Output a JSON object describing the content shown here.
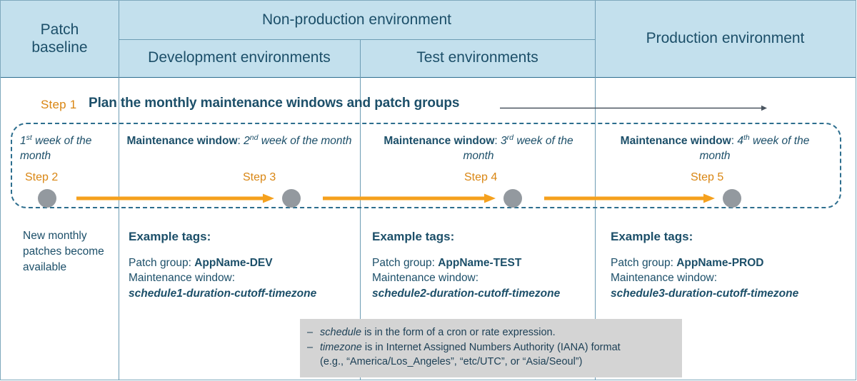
{
  "colors": {
    "header_fill": "#c3e0ed",
    "border_blue": "#6d9cb4",
    "text_blue": "#1c4f69",
    "accent_orange": "#d98613",
    "dot_gray": "#93999f",
    "note_bg": "#d4d4d4"
  },
  "header": {
    "patch_baseline": "Patch\nbaseline",
    "patch_baseline_line1": "Patch",
    "patch_baseline_line2": "baseline",
    "non_production": "Non-production environment",
    "development": "Development environments",
    "test": "Test environments",
    "production": "Production environment"
  },
  "step1": {
    "label": "Step 1",
    "title": "Plan the monthly maintenance windows and patch groups",
    "arrow": "long-right-arrow"
  },
  "windows": [
    {
      "id": "baseline-window",
      "prefix": "",
      "value_pre": "1",
      "ordinal": "st",
      "value_post": " week of the month"
    },
    {
      "id": "dev-window",
      "prefix": "Maintenance  window",
      "value_pre": "2",
      "ordinal": "nd",
      "value_post": " week of the month"
    },
    {
      "id": "test-window",
      "prefix": "Maintenance  window",
      "value_pre": "3",
      "ordinal": "rd",
      "value_post": " week of the month"
    },
    {
      "id": "prod-window",
      "prefix": "Maintenance  window",
      "value_pre": "4",
      "ordinal": "th",
      "value_post": " week of the month"
    }
  ],
  "steps": [
    {
      "label": "Step 2"
    },
    {
      "label": "Step 3"
    },
    {
      "label": "Step 4"
    },
    {
      "label": "Step 5"
    }
  ],
  "baseline": {
    "text": "New monthly patches become available"
  },
  "tags": [
    {
      "id": "dev",
      "heading": "Example tags:",
      "patch_group_label": "Patch group: ",
      "patch_group_value": "AppName-DEV",
      "window_label": "Maintenance window:",
      "window_value": "schedule1-duration-cutoff-timezone"
    },
    {
      "id": "test",
      "heading": "Example tags:",
      "patch_group_label": "Patch group: ",
      "patch_group_value": "AppName-TEST",
      "window_label": "Maintenance window:",
      "window_value": "schedule2-duration-cutoff-timezone"
    },
    {
      "id": "prod",
      "heading": "Example tags:",
      "patch_group_label": "Patch group: ",
      "patch_group_value": "AppName-PROD",
      "window_label": "Maintenance window:",
      "window_value": "schedule3-duration-cutoff-timezone"
    }
  ],
  "note": {
    "dash": "–",
    "line1_em": "schedule",
    "line1_rest": " is in the form of a cron or rate expression.",
    "line2_em": "timezone",
    "line2_rest": " is in Internet Assigned Numbers Authority (IANA) format",
    "line3": "(e.g., “America/Los_Angeles”,  “etc/UTC”, or “Asia/Seoul”)"
  }
}
